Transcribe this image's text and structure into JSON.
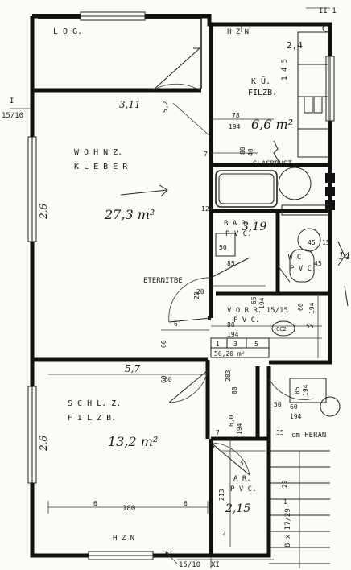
{
  "labels": {
    "sheet_mark_top": "II 1",
    "sheet_mark_left": "15/10",
    "section_left": "I",
    "loggia": "L O G.",
    "hzn_top": "H Z N",
    "kitchen_1": "K Ü.",
    "kitchen_2": "FILZB.",
    "living_1": "W O H N Z.",
    "living_2": "K L E B E R",
    "glasbrust": "GLASBRUST",
    "bath_1": "B A D",
    "bath_2": "P V C.",
    "wc_1": "W C",
    "wc_2": "P V C.",
    "eternit": "ETERNITBE",
    "hall_1": "V O R R. 15/15",
    "hall_2": "P V C.",
    "bedroom_1": "S C H L. Z.",
    "bedroom_2": "F I L Z B.",
    "storage_1": "A R.",
    "storage_2": "P V C.",
    "hzn_bottom": "H Z N",
    "heran": "cm HERAN",
    "stair": "8 x 17/29",
    "bottom_mark": "15/10",
    "bottom_xi": "XI",
    "bottom_61": "61",
    "tbl_1": "1",
    "tbl_3": "3",
    "tbl_5": "5",
    "tbl_val": "56,20 m²",
    "cc": "CC2"
  },
  "handwritten": {
    "living_area": "27,3 m²",
    "kitchen_area": "6,6 m²",
    "bedroom_area": "13,2 m²",
    "bath_area": "3,19",
    "storage_area": "2,15",
    "loggia_area": "3,11",
    "hall_area": "5,7",
    "wc_note": "14",
    "height_note": "2,6",
    "margin_left": "2,6"
  },
  "dimensions": {
    "d1": "1 4 5",
    "d2": "5,2",
    "d3": "78",
    "d4": "194",
    "d5": "80",
    "d6": "40",
    "d7": "7",
    "d8": "12",
    "d9": "50",
    "d10": "85",
    "d11": "45",
    "d12": "15",
    "d13": "45",
    "d14": "65",
    "d15": "194",
    "d16": "60",
    "d17": "194",
    "d18": "55",
    "d19": "80",
    "d20": "194",
    "d21": "6'",
    "d22": "60",
    "d23": "20",
    "d24": "60",
    "d25": "283",
    "d26": "80",
    "d27": "85",
    "d28": "194",
    "d29": "60",
    "d30": "194",
    "d31": "6,0",
    "d32": "194",
    "d33": "35",
    "d34": "51",
    "d35": "213",
    "d36": "6",
    "d37": "180",
    "d38": "6",
    "d39": "2",
    "d40": "60",
    "d41": "7",
    "d42": "7",
    "d43": "2,4",
    "d44": "1",
    "d45": "29",
    "d46": "50",
    "d47": "20"
  }
}
